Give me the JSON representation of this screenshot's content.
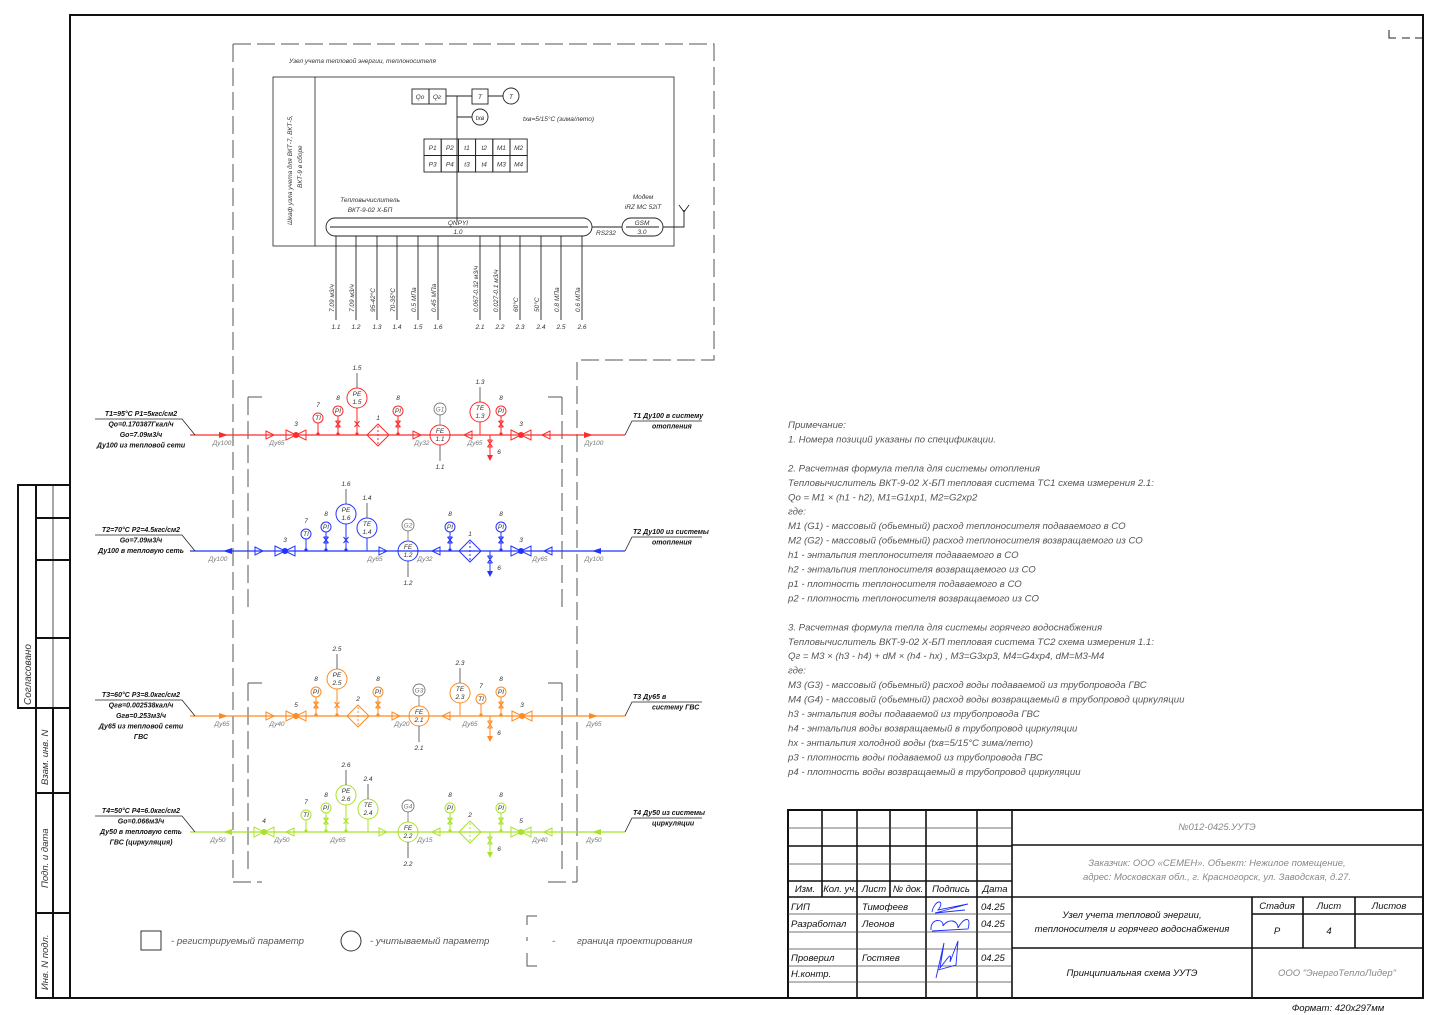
{
  "colors": {
    "supply_heating": "#ff2a2a",
    "return_heating": "#2233ff",
    "hot_water": "#ff8a1f",
    "circulation": "#a8e32a",
    "instrument_tag": "#777777"
  },
  "cabinet": {
    "section_title": "Узел учета тепловой энергии, теплоносителя",
    "cabinet_label_1": "Шкаф узла учета для ВКТ-7, ВКТ-5,",
    "cabinet_label_2": "ВКТ-9 в сборе",
    "heat_cells": [
      "Qо",
      "Qг"
    ],
    "temp_cell": "T",
    "temp_circle": "T",
    "cold_water_circle": "tхв",
    "cold_water_note": "tхв=5/15°C (зима/лето)",
    "param_grid": [
      [
        "P1",
        "P2",
        "t1",
        "t2",
        "M1",
        "M2"
      ],
      [
        "P3",
        "P4",
        "t3",
        "t4",
        "M3",
        "M4"
      ]
    ],
    "calculator_label_1": "Тепловычислитель",
    "calculator_label_2": "ВКТ-9-02 Х-БП",
    "calculator_code": "QNPYI",
    "calculator_pos": "1.0",
    "interface": "RS232",
    "modem_label_1": "Модем",
    "modem_label_2": "iRZ MC 52iT",
    "modem_code": "GSM",
    "modem_pos": "3.0",
    "channels": [
      {
        "value": "7.09 м3/ч",
        "pos": "1.1"
      },
      {
        "value": "7.09 м3/ч",
        "pos": "1.2"
      },
      {
        "value": "95-42°C",
        "pos": "1.3"
      },
      {
        "value": "70-35°C",
        "pos": "1.4"
      },
      {
        "value": "0.5 МПа",
        "pos": "1.5"
      },
      {
        "value": "0.45 МПа",
        "pos": "1.6"
      },
      {
        "value": "0.067-0.32 м3/ч",
        "pos": "2.1"
      },
      {
        "value": "0.027-0.1 м3/ч",
        "pos": "2.2"
      },
      {
        "value": "60°C",
        "pos": "2.3"
      },
      {
        "value": "50°C",
        "pos": "2.4"
      },
      {
        "value": "0.8 МПа",
        "pos": "2.5"
      },
      {
        "value": "0.6 МПа",
        "pos": "2.6"
      }
    ]
  },
  "pipelines": [
    {
      "id": "t1",
      "color_key": "supply_heating",
      "left_label": [
        "T1=95°C P1=5кгс/см2",
        "Qо=0.170387Гкал/ч",
        "Gо=7.09м3/ч",
        "Ду100 из тепловой сети"
      ],
      "right_label": [
        "T1  Ду100 в систему",
        "отопления"
      ],
      "components": [
        {
          "t": "arrow",
          "dir": "r"
        },
        {
          "t": "dn",
          "text": "Ду100"
        },
        {
          "t": "tri",
          "dir": "r"
        },
        {
          "t": "dn",
          "text": "Ду65"
        },
        {
          "t": "valve",
          "pos": "3"
        },
        {
          "t": "ti",
          "text": "TI",
          "pos": "7"
        },
        {
          "t": "pi",
          "text": "PI",
          "pos": "8"
        },
        {
          "t": "pe",
          "text": "PE",
          "sub": "1.5",
          "tag": "1.5"
        },
        {
          "t": "filter",
          "pos": "1"
        },
        {
          "t": "pi",
          "text": "PI",
          "pos": "8"
        },
        {
          "t": "tri",
          "dir": "r"
        },
        {
          "t": "dn",
          "text": "Ду32"
        },
        {
          "t": "fe",
          "text": "FE",
          "sub": "1.1",
          "g": "G1",
          "tag": "1.1"
        },
        {
          "t": "tri",
          "dir": "l"
        },
        {
          "t": "dn",
          "text": "Ду65"
        },
        {
          "t": "te",
          "text": "TE",
          "sub": "1.3",
          "tag": "1.3"
        },
        {
          "t": "drain",
          "pos": "6"
        },
        {
          "t": "pi",
          "text": "PI",
          "pos": "8"
        },
        {
          "t": "valve",
          "pos": "3"
        },
        {
          "t": "tri",
          "dir": "l"
        },
        {
          "t": "arrow",
          "dir": "r"
        },
        {
          "t": "dn",
          "text": "Ду100"
        }
      ]
    },
    {
      "id": "t2",
      "color_key": "return_heating",
      "left_label": [
        "T2=70°C P2=4.5кгс/см2",
        "Gо=7.09м3/ч",
        "Ду100 в тепловую сеть"
      ],
      "right_label": [
        "T2  Ду100 из системы",
        "отопления"
      ],
      "components": [
        {
          "t": "arrow",
          "dir": "l"
        },
        {
          "t": "dn",
          "text": "Ду100"
        },
        {
          "t": "tri",
          "dir": "r"
        },
        {
          "t": "valve",
          "pos": "3"
        },
        {
          "t": "ti",
          "text": "TI",
          "pos": "7"
        },
        {
          "t": "pi",
          "text": "PI",
          "pos": "8"
        },
        {
          "t": "pe",
          "text": "PE",
          "sub": "1.6",
          "tag": "1.6"
        },
        {
          "t": "te",
          "text": "TE",
          "sub": "1.4",
          "tag": "1.4"
        },
        {
          "t": "dn",
          "text": "Ду65"
        },
        {
          "t": "tri",
          "dir": "r"
        },
        {
          "t": "fe",
          "text": "FE",
          "sub": "1.2",
          "g": "G2",
          "tag": "1.2"
        },
        {
          "t": "dn",
          "text": "Ду32"
        },
        {
          "t": "tri",
          "dir": "l"
        },
        {
          "t": "pi",
          "text": "PI",
          "pos": "8"
        },
        {
          "t": "filter",
          "pos": "1"
        },
        {
          "t": "drain",
          "pos": "6"
        },
        {
          "t": "pi",
          "text": "PI",
          "pos": "8"
        },
        {
          "t": "valve",
          "pos": "3"
        },
        {
          "t": "dn",
          "text": "Ду65"
        },
        {
          "t": "tri",
          "dir": "l"
        },
        {
          "t": "arrow",
          "dir": "l"
        },
        {
          "t": "dn",
          "text": "Ду100"
        }
      ]
    },
    {
      "id": "t3",
      "color_key": "hot_water",
      "left_label": [
        "T3=60°C P3=8.0кгс/см2",
        "Qгв=0.002538кал/ч",
        "Gгв=0.253м3/ч",
        "Ду65 из тепловой сети",
        "ГВС"
      ],
      "right_label": [
        "T3  Ду65 в",
        "систему ГВС"
      ],
      "components": [
        {
          "t": "arrow",
          "dir": "r"
        },
        {
          "t": "dn",
          "text": "Ду65"
        },
        {
          "t": "tri",
          "dir": "r"
        },
        {
          "t": "dn",
          "text": "Ду40"
        },
        {
          "t": "valve",
          "pos": "5"
        },
        {
          "t": "pi",
          "text": "PI",
          "pos": "8"
        },
        {
          "t": "pe",
          "text": "PE",
          "sub": "2.5",
          "tag": "2.5"
        },
        {
          "t": "filter",
          "pos": "2"
        },
        {
          "t": "pi",
          "text": "PI",
          "pos": "8"
        },
        {
          "t": "tri",
          "dir": "r"
        },
        {
          "t": "dn",
          "text": "Ду20"
        },
        {
          "t": "fe",
          "text": "FE",
          "sub": "2.1",
          "g": "G3",
          "tag": "2.1"
        },
        {
          "t": "tri",
          "dir": "l"
        },
        {
          "t": "te",
          "text": "TE",
          "sub": "2.3",
          "tag": "2.3"
        },
        {
          "t": "dn",
          "text": "Ду65"
        },
        {
          "t": "ti",
          "text": "TI",
          "pos": "7"
        },
        {
          "t": "drain",
          "pos": "6"
        },
        {
          "t": "pi",
          "text": "PI",
          "pos": "8"
        },
        {
          "t": "valve",
          "pos": "3"
        },
        {
          "t": "arrow",
          "dir": "r"
        },
        {
          "t": "dn",
          "text": "Ду65"
        }
      ]
    },
    {
      "id": "t4",
      "color_key": "circulation",
      "left_label": [
        "T4=50°C P4=6.0кгс/см2",
        "Gо=0.066м3/ч",
        "Ду50 в тепловую сеть",
        "ГВС (циркуляция)"
      ],
      "right_label": [
        "T4  Ду50 из системы",
        "циркуляции"
      ],
      "components": [
        {
          "t": "arrow",
          "dir": "l"
        },
        {
          "t": "dn",
          "text": "Ду50"
        },
        {
          "t": "valve",
          "pos": "4"
        },
        {
          "t": "dn",
          "text": "Ду50"
        },
        {
          "t": "tri",
          "dir": "l"
        },
        {
          "t": "ti",
          "text": "TI",
          "pos": "7"
        },
        {
          "t": "pi",
          "text": "PI",
          "pos": "8"
        },
        {
          "t": "dn",
          "text": "Ду65"
        },
        {
          "t": "pe",
          "text": "PE",
          "sub": "2.6",
          "tag": "2.6"
        },
        {
          "t": "te",
          "text": "TE",
          "sub": "2.4",
          "tag": "2.4"
        },
        {
          "t": "tri",
          "dir": "r"
        },
        {
          "t": "fe",
          "text": "FE",
          "sub": "2.2",
          "g": "G4",
          "tag": "2.2"
        },
        {
          "t": "dn",
          "text": "Ду15"
        },
        {
          "t": "tri",
          "dir": "l"
        },
        {
          "t": "pi",
          "text": "PI",
          "pos": "8"
        },
        {
          "t": "filter",
          "pos": "2"
        },
        {
          "t": "drain",
          "pos": "6"
        },
        {
          "t": "pi",
          "text": "PI",
          "pos": "8"
        },
        {
          "t": "valve",
          "pos": "5"
        },
        {
          "t": "dn",
          "text": "Ду40"
        },
        {
          "t": "tri",
          "dir": "l"
        },
        {
          "t": "arrow",
          "dir": "l"
        },
        {
          "t": "dn",
          "text": "Ду50"
        }
      ]
    }
  ],
  "legend": {
    "registered": "- регистрируемый параметр",
    "accounted": "- учитываемый параметр",
    "boundary_dash": "-",
    "boundary": "граница проектирования"
  },
  "notes": [
    "Примечание:",
    "1. Номера позиций указаны по спецификации.",
    "",
    "2. Расчетная формула тепла для системы отопления",
    "Тепловычислитель ВКТ-9-02 Х-БП тепловая система  ТС1 схема измерения 2.1:",
    "Qо = M1 × (h1 - h2),  M1=G1xp1,  M2=G2xp2",
    "где:",
    "M1 (G1) - массовый (обьемный) расход теплоносителя подаваемого в СО",
    "M2 (G2) - массовый (обьемный) расход теплоносителя возвращаемого из СО",
    "h1 - энтальпия теплоносителя подаваемого в СО",
    "h2 - энтальпия теплоносителя возвращаемого из СО",
    "p1 - плотность теплоносителя подаваемого в СО",
    "p2 - плотность теплоносителя возвращаемого из СО",
    "",
    "3. Расчетная формула тепла для системы горячего водоснабжения",
    "Тепловычислитель ВКТ-9-02 Х-БП тепловая система  ТС2 схема измерения 1.1:",
    "Qг = M3 × (h3 - h4) + dM × (h4 - hх) ,  M3=G3xp3,  M4=G4xp4, dM=M3-M4",
    "где:",
    "M3 (G3) - массовый (обьемный) расход воды подаваемой из трубопровода ГВС",
    "M4 (G4) - массовый (обьемный) расход воды возвращаемый в трубопровод циркуляции",
    "h3 - энтальпия воды подаваемой из трубопровода ГВС",
    "h4 - энтальпия воды возвращаемый в трубопровод циркуляции",
    "hх - энтальпия холодной воды (tхв=5/15°C зима/лето)",
    "p3 - плотность воды подаваемой из трубопровода ГВС",
    "p4 - плотность воды возвращаемый в трубопровод циркуляции"
  ],
  "title_block": {
    "doc_number": "№012-0425.УУТЭ",
    "customer_1": "Заказчик: ООО «СЕМЕН». Объект: Нежилое помещение,",
    "customer_2": "адрес: Московская обл., г. Красногорск, ул. Заводская, д.27.",
    "headers": [
      "Изм.",
      "Кол. уч.",
      "Лист",
      "№ док.",
      "Подпись",
      "Дата"
    ],
    "signers": [
      {
        "role": "ГИП",
        "name": "Тимофеев",
        "date": "04.25"
      },
      {
        "role": "Разработал",
        "name": "Леонов",
        "date": "04.25"
      },
      {
        "role": "Проверил",
        "name": "Гостяев",
        "date": "04.25"
      },
      {
        "role": "Н.контр.",
        "name": "",
        "date": ""
      }
    ],
    "object_title_1": "Узел учета тепловой энергии,",
    "object_title_2": "теплоносителя и горячего водоснабжения",
    "stage_label": "Стадия",
    "sheet_label": "Лист",
    "sheets_label": "Листов",
    "stage": "Р",
    "sheet": "4",
    "sheets": "",
    "drawing_name": "Принципиальная схема УУТЭ",
    "organization": "ООО \"ЭнергоТеплоЛидер\"",
    "format": "Формат: 420х297мм"
  },
  "side_stamp": {
    "agreed": "Согласовано",
    "replace_inv": "Взам. инв. N",
    "sign_date": "Подп. и дата",
    "inv_orig": "Инв. N подл."
  }
}
